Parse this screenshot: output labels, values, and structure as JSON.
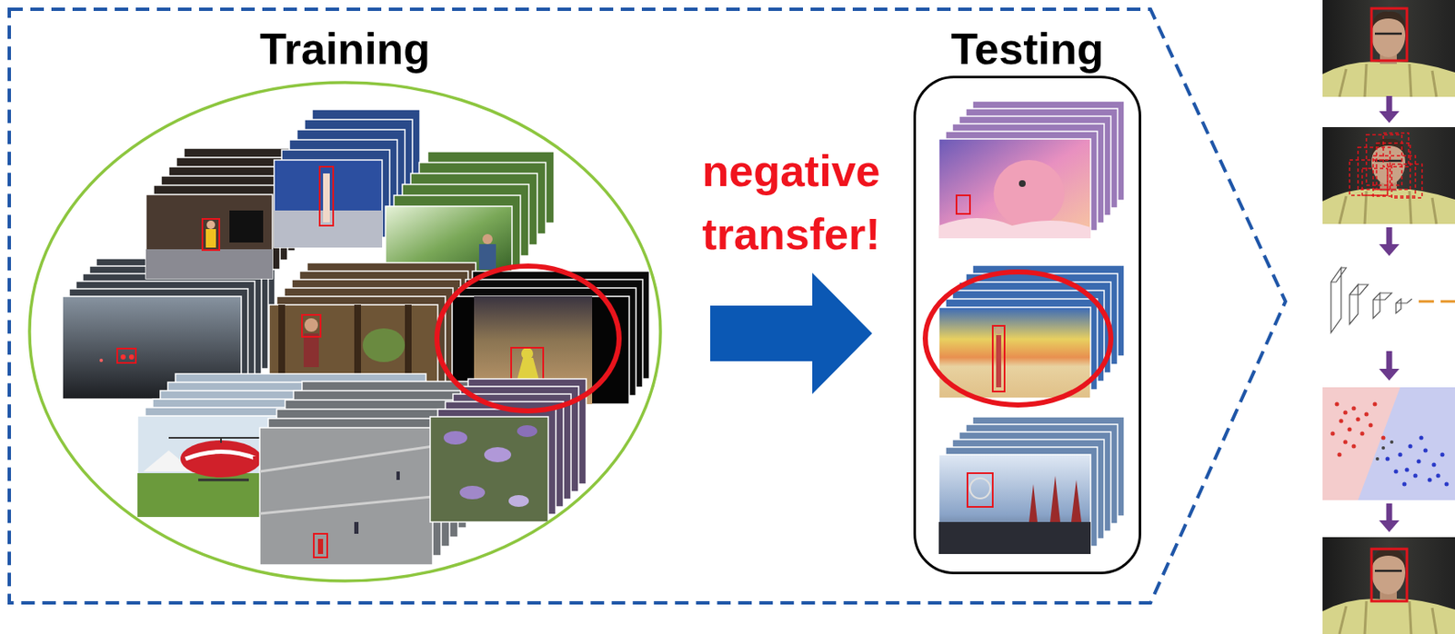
{
  "diagram": {
    "nodes": [
      {
        "text": [
          "Training"
        ]
      },
      {
        "text": [
          "Testing"
        ]
      }
    ],
    "edges": [
      {
        "from": 0,
        "to": 1,
        "arrow": "to",
        "label": "negative transfer!"
      }
    ]
  }
}
